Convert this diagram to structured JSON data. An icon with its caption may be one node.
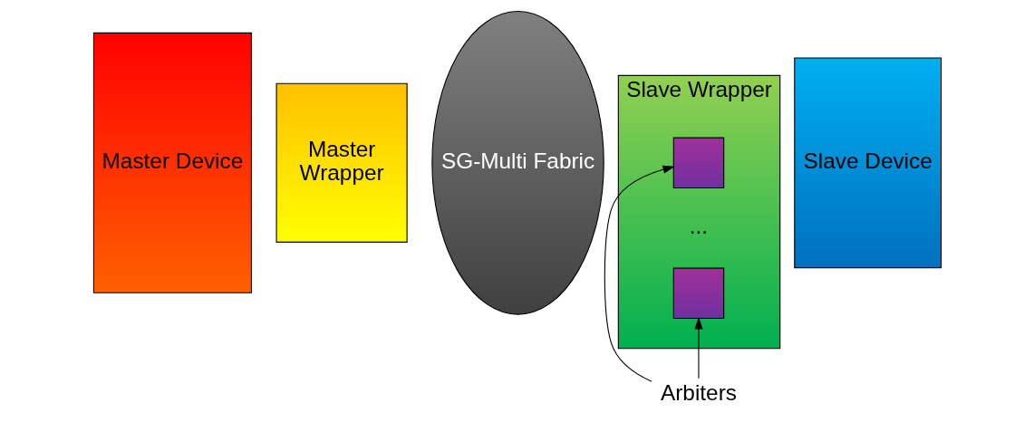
{
  "diagram": {
    "nodes": [
      {
        "text": [
          "Master Device"
        ]
      },
      {
        "text": [
          "Master",
          "Wrapper"
        ]
      },
      {
        "text": [
          "SG-Multi Fabric"
        ]
      },
      {
        "text": [
          "Slave Wrapper"
        ]
      },
      {
        "text": [],
        "shape": "box",
        "in": 3
      },
      {
        "text": [],
        "shape": "box",
        "in": 3
      },
      {
        "text": [
          "Slave Device"
        ]
      },
      {
        "text": [
          "Arbiters"
        ]
      }
    ],
    "edges": [
      {
        "from": 7,
        "to": 4,
        "arrow": "to"
      },
      {
        "from": 7,
        "to": 5,
        "arrow": "to"
      }
    ],
    "labels": [
      "..."
    ]
  }
}
